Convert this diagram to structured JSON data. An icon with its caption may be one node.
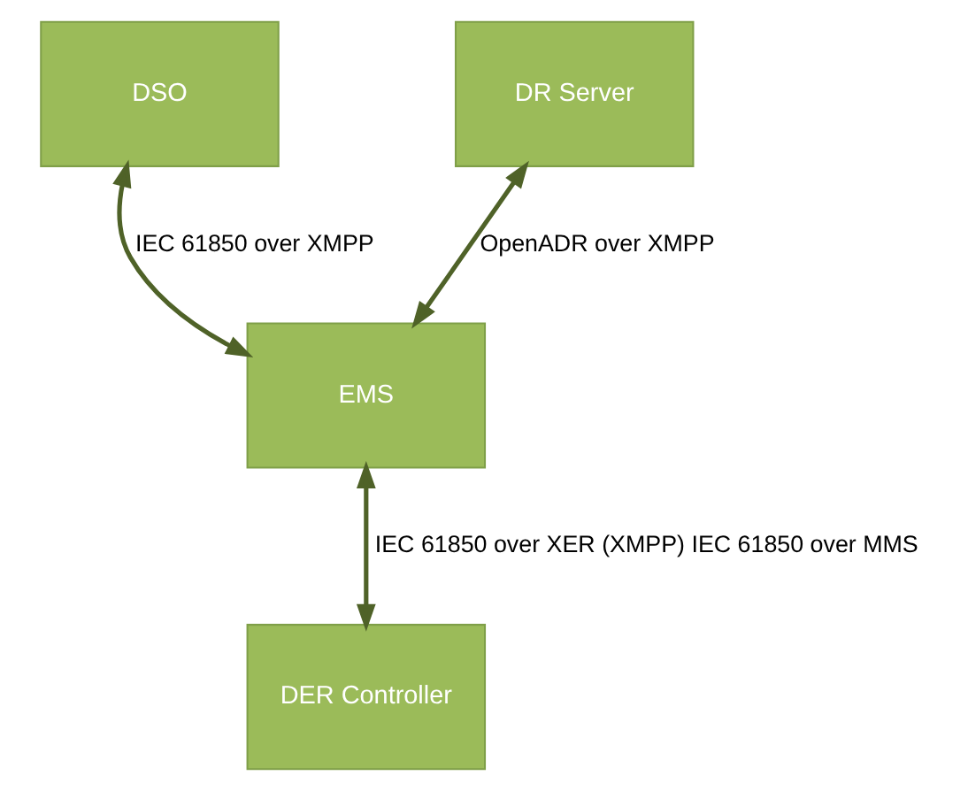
{
  "diagram": {
    "nodes": [
      {
        "text": [
          "DSO"
        ]
      },
      {
        "text": [
          "DR Server"
        ]
      },
      {
        "text": [
          "EMS"
        ]
      },
      {
        "text": [
          "DER Controller"
        ]
      }
    ],
    "edges": [
      {
        "from": 0,
        "to": 2,
        "arrow": "both",
        "label": "IEC 61850 over XMPP"
      },
      {
        "from": 1,
        "to": 2,
        "arrow": "both",
        "label": "OpenADR over XMPP"
      },
      {
        "from": 2,
        "to": 3,
        "arrow": "both",
        "label": "IEC 61850 over XER (XMPP) IEC 61850 over MMS"
      }
    ]
  }
}
